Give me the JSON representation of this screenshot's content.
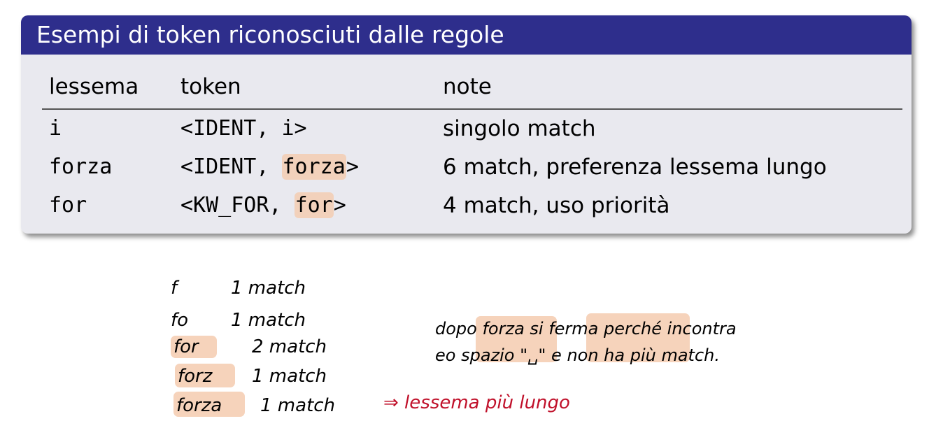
{
  "block": {
    "title": "Esempi di token riconosciuti dalle regole"
  },
  "table": {
    "headers": [
      "lessema",
      "token",
      "note"
    ],
    "rows": [
      {
        "lexeme": "i",
        "token_prefix": "<IDENT, i>",
        "token_hl": "",
        "token_suffix": "",
        "note": "singolo match"
      },
      {
        "lexeme": "forza",
        "token_prefix": "<IDENT, ",
        "token_hl": "forza",
        "token_suffix": ">",
        "note": "6 match, preferenza lessema lungo"
      },
      {
        "lexeme": "for",
        "token_prefix": "<KW_FOR, ",
        "token_hl": "for",
        "token_suffix": ">",
        "note": "4 match, uso priorità"
      }
    ]
  },
  "notes": {
    "ink_color": "#000000",
    "accent_color": "#c0102a",
    "highlight_color": "#f4c8aa",
    "lines": [
      {
        "prefix": "f",
        "count": "1 match"
      },
      {
        "prefix": "fo",
        "count": "1 match"
      },
      {
        "prefix": "for",
        "count": "2 match"
      },
      {
        "prefix": "forz",
        "count": "1 match"
      },
      {
        "prefix": "forza",
        "count": "1 match"
      }
    ],
    "conclusion": "⇒ lessema più lungo",
    "side_line1": "dopo forza si ferma perché incontra",
    "side_line2": "eo spazio \"␣\" e non ha più match."
  }
}
